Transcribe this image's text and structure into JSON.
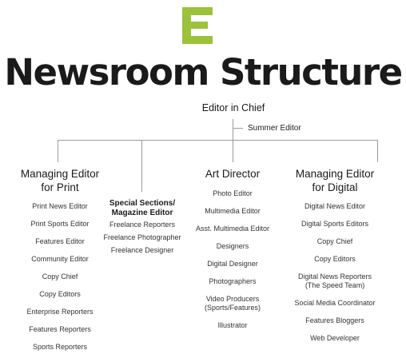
{
  "logo_letter": "E",
  "title": "Newsroom Structure",
  "editor_in_chief": "Editor in Chief",
  "summer_editor": "Summer Editor",
  "columns": [
    {
      "heading_line1": "Managing Editor",
      "heading_line2": "for Print",
      "items": [
        "Print News Editor",
        "Print Sports Editor",
        "Features Editor",
        "Community Editor",
        "Copy Chief",
        "Copy Editors",
        "Enterprise Reporters",
        "Features Reporters",
        "Sports Reporters"
      ]
    },
    {
      "heading_line1": "Special Sections/",
      "heading_line2": "Magazine Editor",
      "items": [
        "Freelance Reporters",
        "Freelance Photographer",
        "Freelance Designer"
      ]
    },
    {
      "heading_line1": "Art Director",
      "heading_line2": "",
      "items": [
        "Photo Editor",
        "Multimedia Editor",
        "Asst. Multimedia Editor",
        "Designers",
        "Digital Designer",
        "Photographers",
        "Video Producers",
        "(Sports/Features)",
        "Illustrator"
      ]
    },
    {
      "heading_line1": "Managing Editor",
      "heading_line2": "for Digital",
      "items": [
        "Digital News Editor",
        "Digital Sports Editors",
        "Copy Chief",
        "Copy Editors",
        "Digital News Reporters",
        "(The Speed Team)",
        "Social Media Coordinator",
        "Features Bloggers",
        "Web Developer"
      ]
    }
  ],
  "colors": {
    "logo_green": "#9cc23a",
    "line": "#9a9a9a",
    "text": "#1a1a1a"
  }
}
